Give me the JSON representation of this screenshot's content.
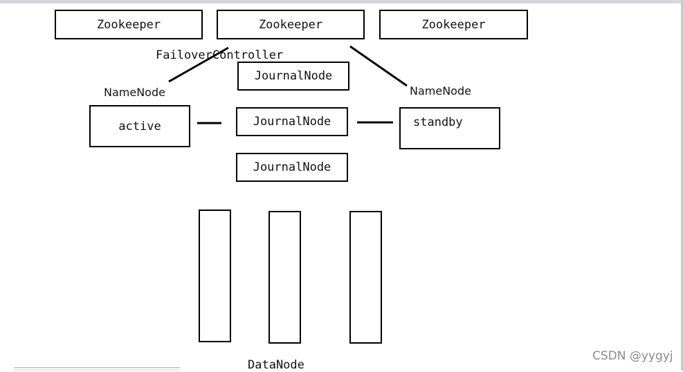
{
  "zookeepers": [
    "Zookeeper",
    "Zookeeper",
    "Zookeeper"
  ],
  "failover_controller": "FailoverController",
  "namenode_left": "NameNode",
  "namenode_right": "NameNode",
  "active": "active",
  "standby": "standby",
  "journalnodes": [
    "JournalNode",
    "JournalNode",
    "JournalNode"
  ],
  "datanode": "DataNode",
  "watermark": "CSDN @yygyj"
}
